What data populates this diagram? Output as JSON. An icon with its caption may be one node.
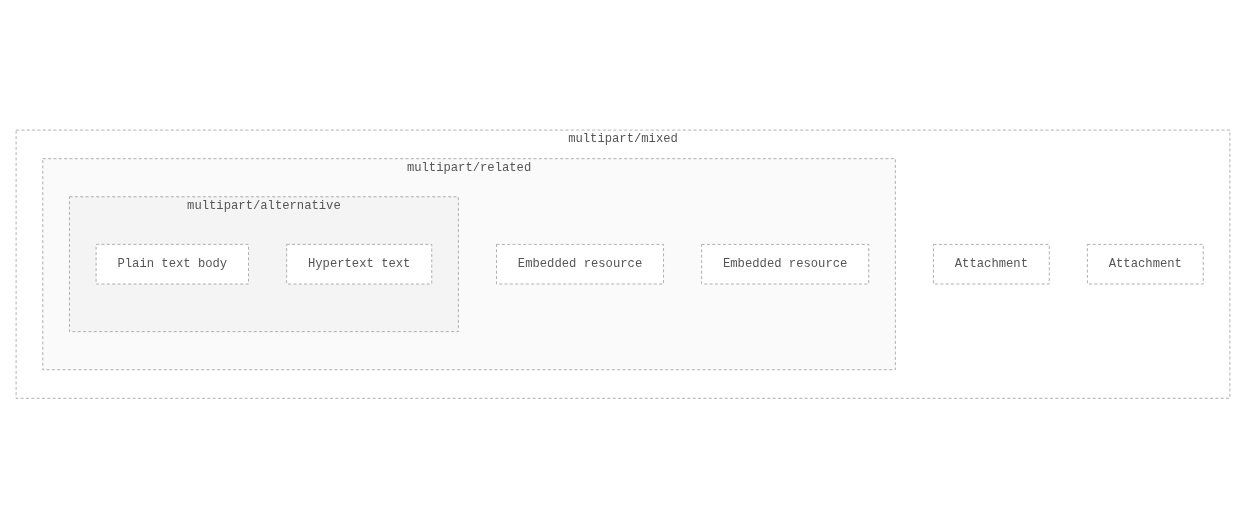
{
  "diagram": {
    "nodes": [
      {
        "text": [
          "multipart/mixed"
        ]
      },
      {
        "text": [
          "multipart/related"
        ],
        "in": 0
      },
      {
        "text": [
          "multipart/alternative"
        ],
        "in": 1
      },
      {
        "text": [
          "Plain text body"
        ],
        "in": 2
      },
      {
        "text": [
          "Hypertext text"
        ],
        "in": 2
      },
      {
        "text": [
          "Embedded resource"
        ],
        "in": 1
      },
      {
        "text": [
          "Embedded resource"
        ],
        "in": 1
      },
      {
        "text": [
          "Attachment"
        ],
        "in": 0
      },
      {
        "text": [
          "Attachment"
        ],
        "in": 0
      }
    ]
  }
}
